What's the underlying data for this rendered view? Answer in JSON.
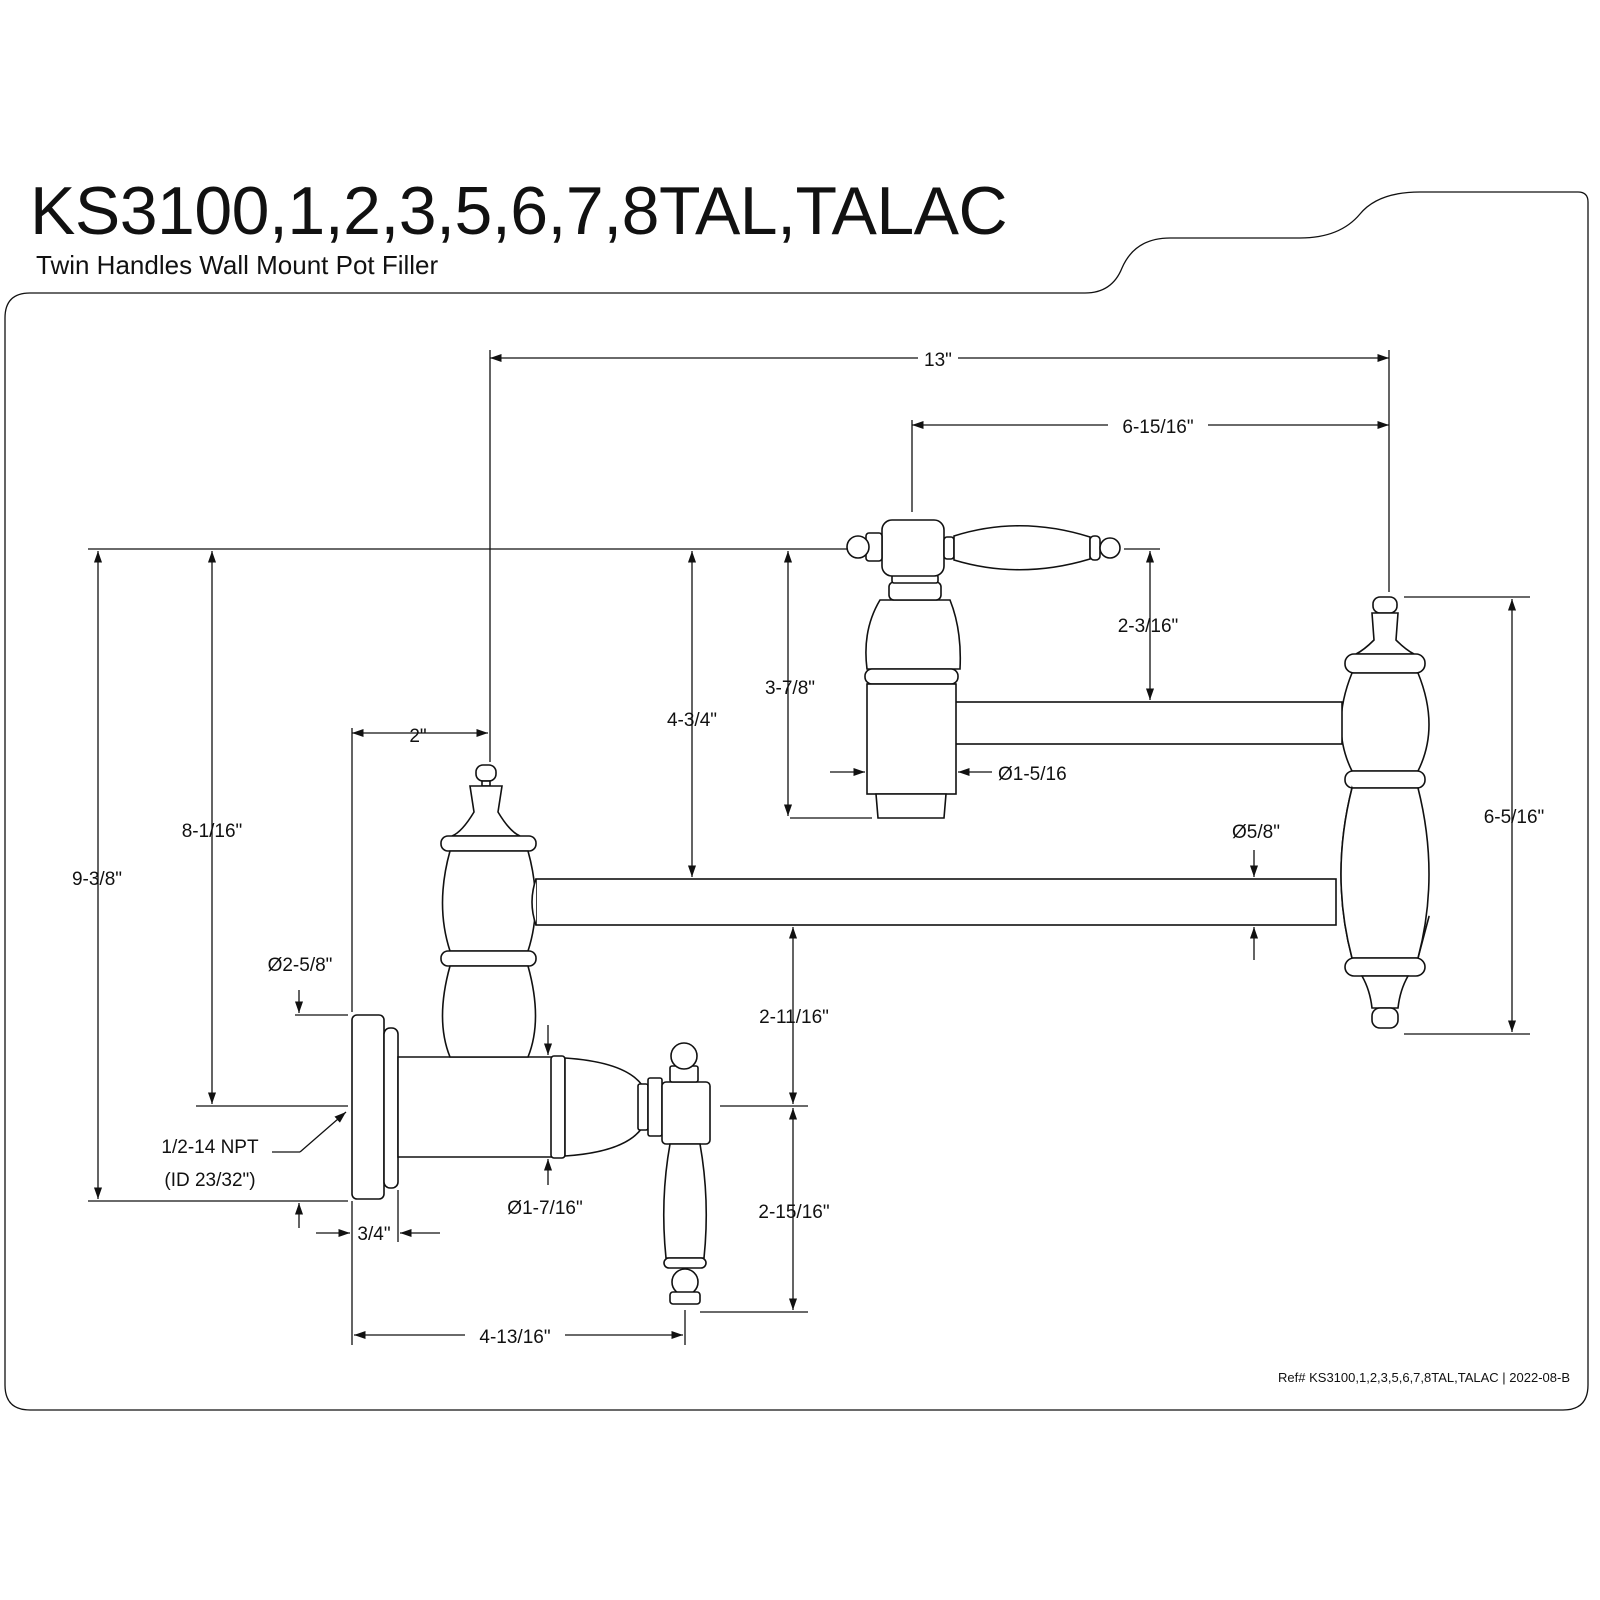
{
  "header": {
    "title": "KS3100,1,2,3,5,6,7,8TAL,TALAC",
    "subtitle": "Twin Handles Wall Mount Pot Filler"
  },
  "footer": {
    "reference": "Ref# KS3100,1,2,3,5,6,7,8TAL,TALAC | 2022-08-B"
  },
  "dimensions": {
    "overall_reach": "13\"",
    "second_arm_reach": "6-15/16\"",
    "upper_handle_to_arm": "2-3/16\"",
    "upper_handle_height": "3-7/8\"",
    "top_to_lower_arm": "4-3/4\"",
    "wall_offset": "2\"",
    "upper_body_diameter": "Ø1-5/16",
    "arm_diameter": "Ø5/8\"",
    "swivel_height": "6-5/16\"",
    "top_to_inlet_center": "8-1/16\"",
    "overall_height": "9-3/8\"",
    "flange_diameter": "Ø2-5/8\"",
    "arm_to_inlet_center": "2-11/16\"",
    "connection": "1/2-14 NPT",
    "connection_id": "(ID 23/32\")",
    "valve_body_diameter": "Ø1-7/16\"",
    "lower_handle_drop": "2-15/16\"",
    "flange_depth": "3/4\"",
    "valve_projection": "4-13/16\""
  }
}
